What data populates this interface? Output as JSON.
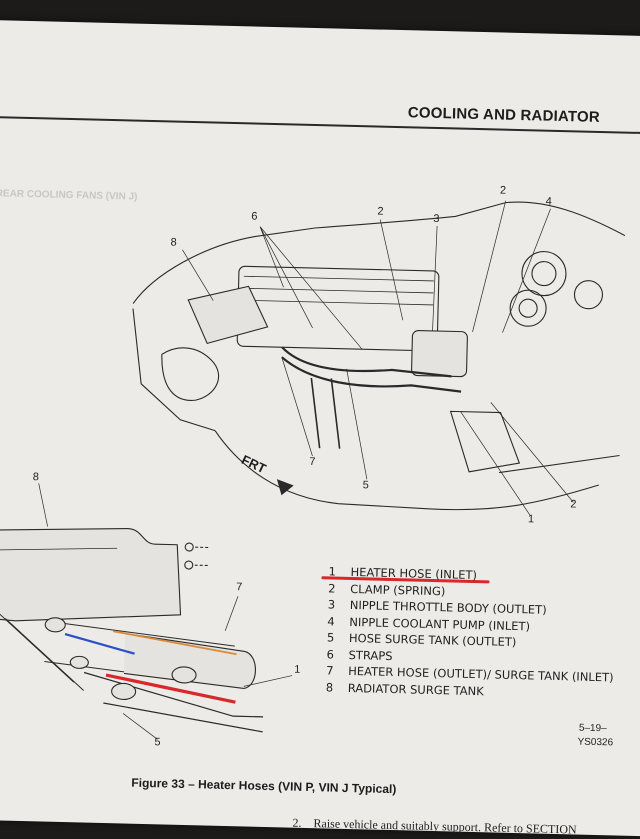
{
  "header": {
    "title": "COOLING AND RADIATOR"
  },
  "figure": {
    "caption": "Figure 33 – Heater Hoses (VIN P, VIN J Typical)",
    "callouts": {
      "top_8": "8",
      "top_6": "6",
      "top_7": "7",
      "top_5": "5",
      "top_2a": "2",
      "top_3": "3",
      "top_2b": "2",
      "top_4": "4",
      "top_2c": "2",
      "top_1": "1",
      "frt": "FRT",
      "bot_8": "8",
      "bot_7": "7",
      "bot_1": "1",
      "bot_5": "5"
    }
  },
  "legend": [
    {
      "num": "1",
      "text": "HEATER HOSE (INLET)"
    },
    {
      "num": "2",
      "text": "CLAMP (SPRING)"
    },
    {
      "num": "3",
      "text": "NIPPLE THROTTLE BODY (OUTLET)"
    },
    {
      "num": "4",
      "text": "NIPPLE COOLANT PUMP (INLET)"
    },
    {
      "num": "5",
      "text": "HOSE SURGE TANK (OUTLET)"
    },
    {
      "num": "6",
      "text": "STRAPS"
    },
    {
      "num": "7",
      "text": "HEATER HOSE (OUTLET)/ SURGE TANK (INLET)"
    },
    {
      "num": "8",
      "text": "RADIATOR SURGE TANK"
    }
  ],
  "page_ref": "5–19–",
  "image_code": "YS0326",
  "body": {
    "step_number": "2.",
    "text": "Raise vehicle and suitably support. Refer to SECTION"
  },
  "annotation_colors": {
    "underline": "#d8282a",
    "blue_line": "#2b4fc7",
    "orange_line": "#d98a3a",
    "red_line": "#d8282a"
  }
}
